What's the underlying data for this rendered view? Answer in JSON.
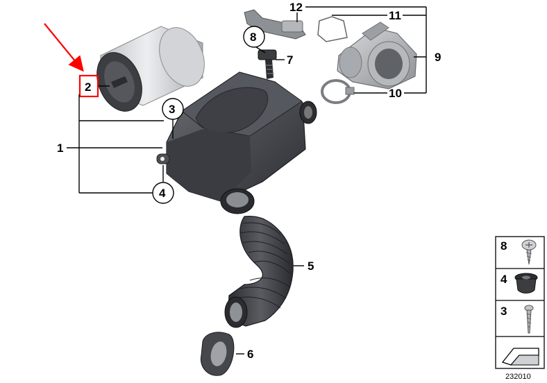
{
  "diagram": {
    "callouts": {
      "c1": "1",
      "c2": "2",
      "c3": "3",
      "c4": "4",
      "c5": "5",
      "c6": "6",
      "c7": "7",
      "c8": "8",
      "c9": "9",
      "c10": "10",
      "c11": "11",
      "c12": "12"
    },
    "legend": {
      "l8": "8",
      "l4": "4",
      "l3": "3"
    },
    "reference_number": "232010",
    "highlight_color": "#ff0000",
    "part_color": "#4a4c52"
  }
}
